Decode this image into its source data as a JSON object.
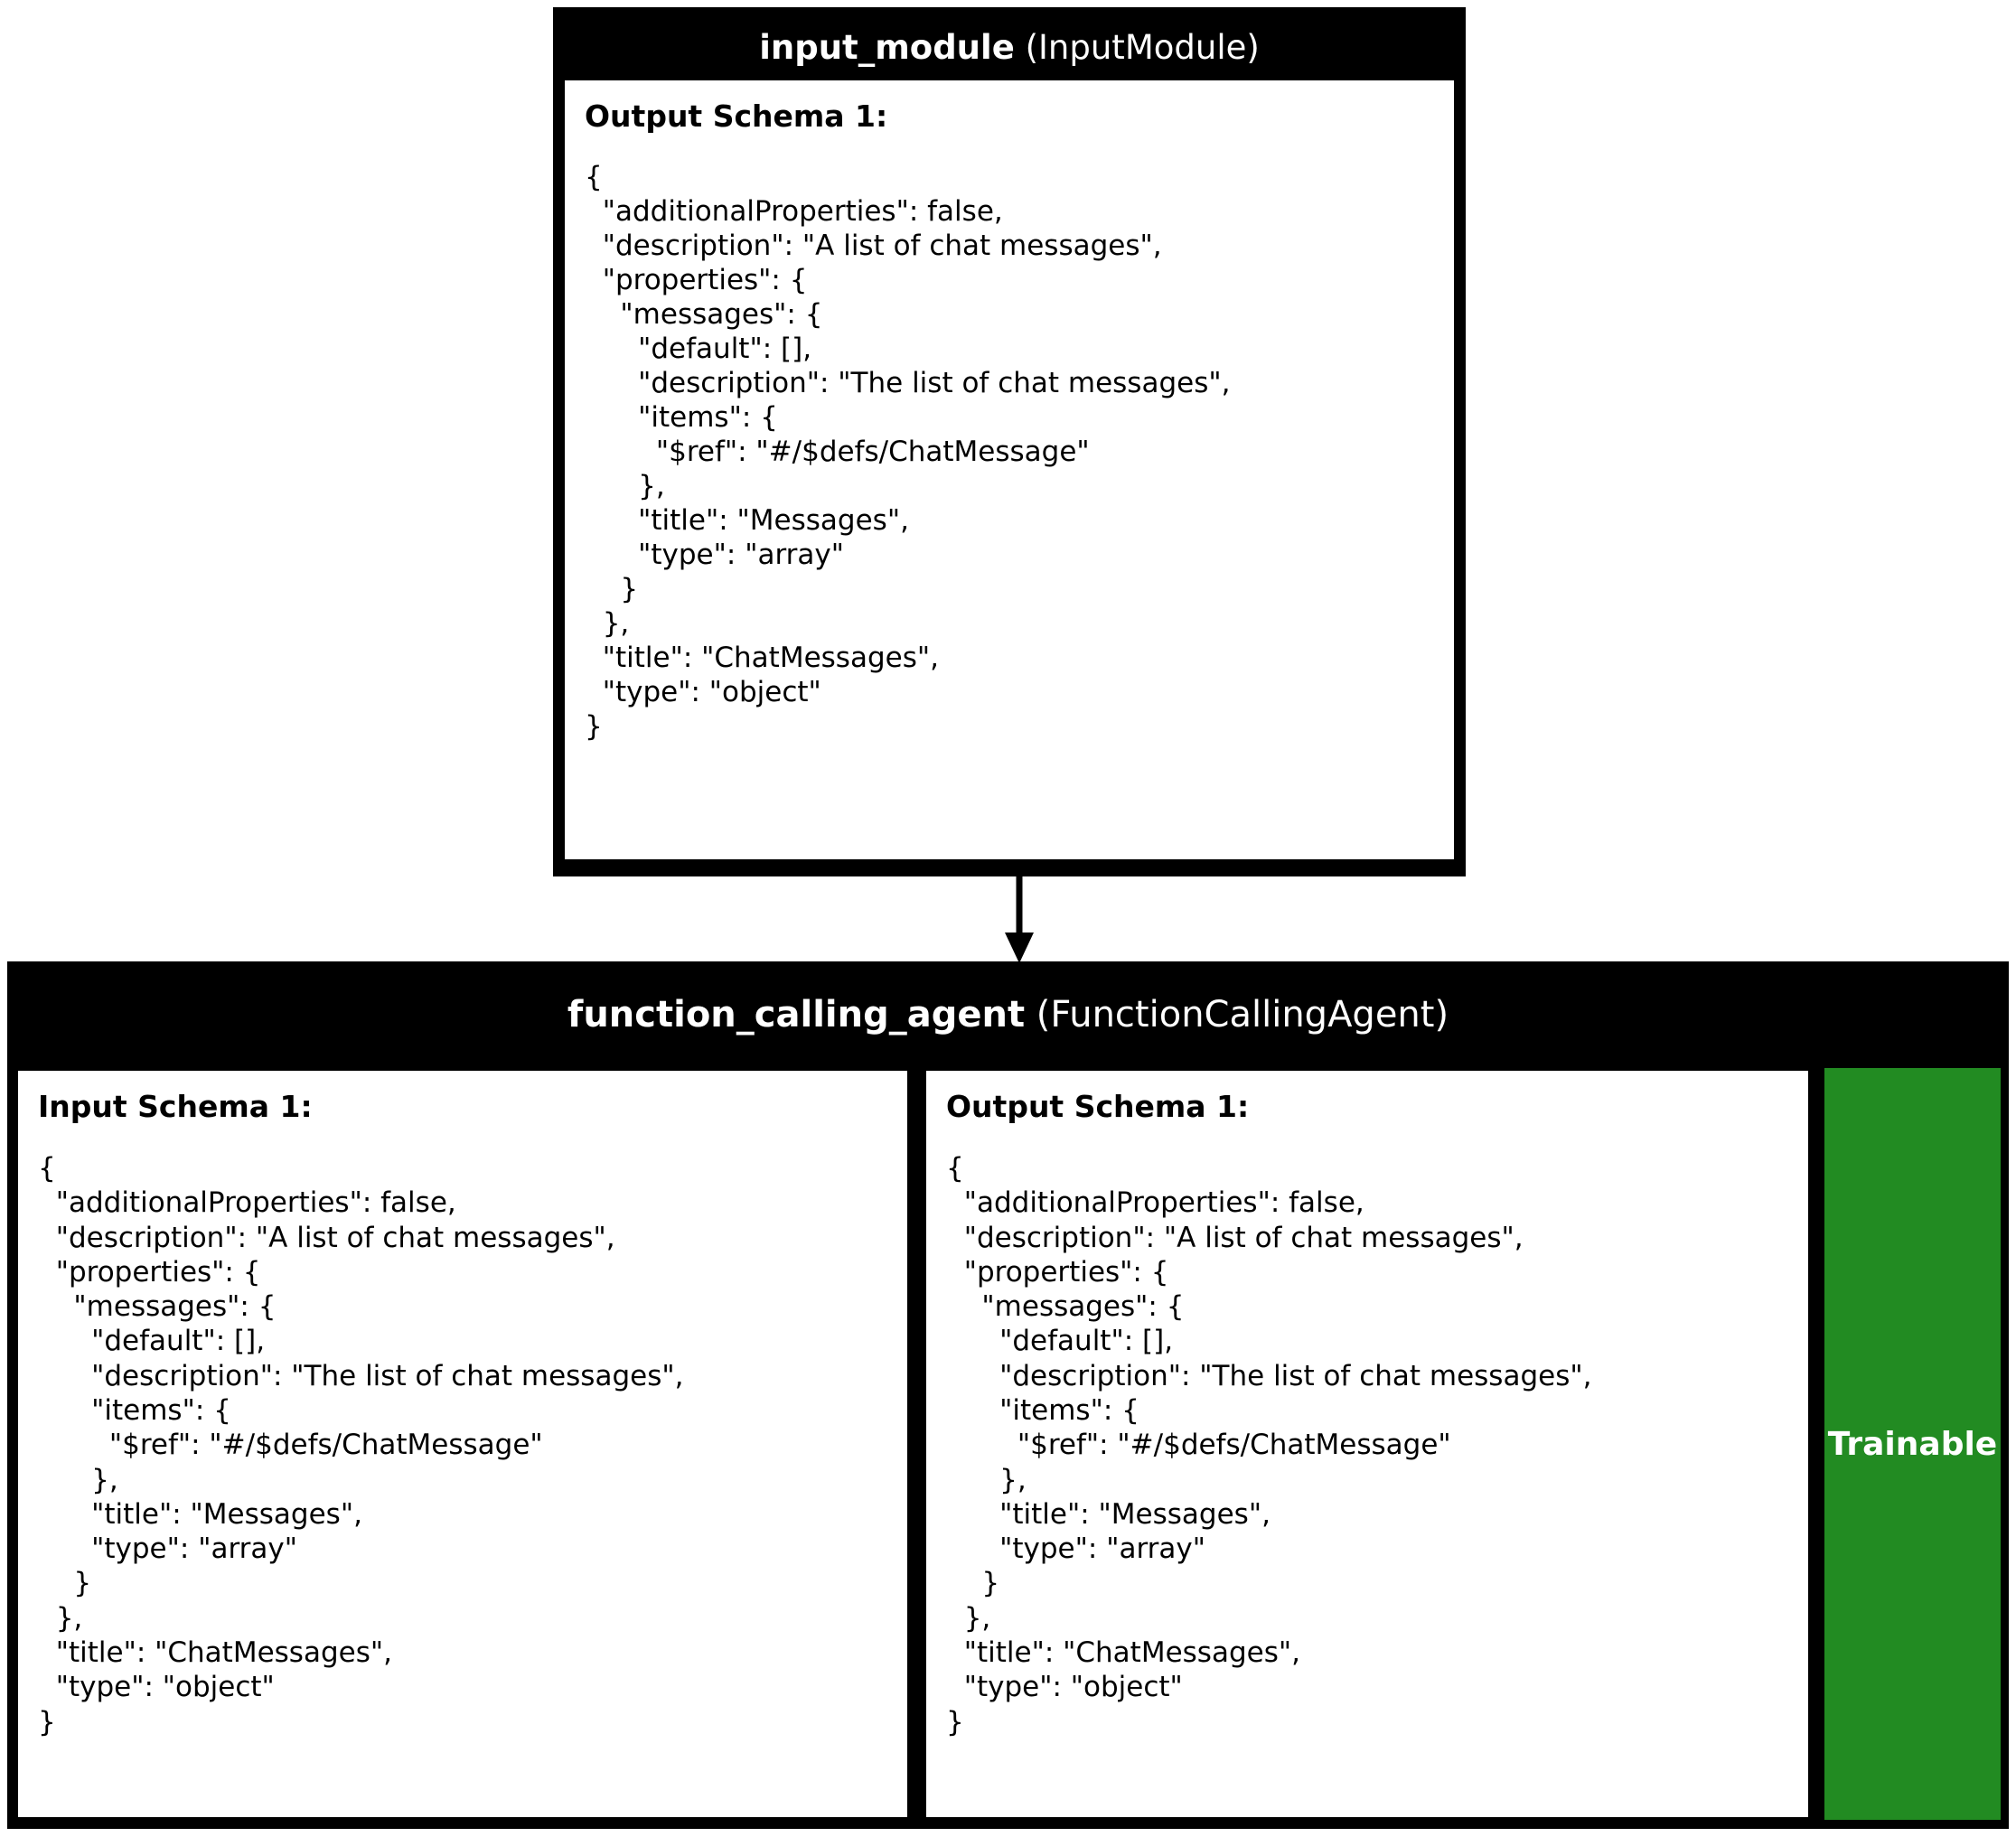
{
  "diagram": {
    "type": "module-flow",
    "arrow": {
      "from": "input_module",
      "to": "function_calling_agent",
      "icon": "down-arrow-icon"
    }
  },
  "modules": [
    {
      "id": "input_module",
      "name": "input_module",
      "class_name": "(InputModule)",
      "trainable": false,
      "panels": [
        {
          "kind": "output",
          "title": "Output Schema 1:",
          "code": "{\n  \"additionalProperties\": false,\n  \"description\": \"A list of chat messages\",\n  \"properties\": {\n    \"messages\": {\n      \"default\": [],\n      \"description\": \"The list of chat messages\",\n      \"items\": {\n        \"$ref\": \"#/$defs/ChatMessage\"\n      },\n      \"title\": \"Messages\",\n      \"type\": \"array\"\n    }\n  },\n  \"title\": \"ChatMessages\",\n  \"type\": \"object\"\n}"
        }
      ]
    },
    {
      "id": "function_calling_agent",
      "name": "function_calling_agent",
      "class_name": "(FunctionCallingAgent)",
      "trainable": true,
      "trainable_label": "Trainable",
      "panels": [
        {
          "kind": "input",
          "title": "Input Schema 1:",
          "code": "{\n  \"additionalProperties\": false,\n  \"description\": \"A list of chat messages\",\n  \"properties\": {\n    \"messages\": {\n      \"default\": [],\n      \"description\": \"The list of chat messages\",\n      \"items\": {\n        \"$ref\": \"#/$defs/ChatMessage\"\n      },\n      \"title\": \"Messages\",\n      \"type\": \"array\"\n    }\n  },\n  \"title\": \"ChatMessages\",\n  \"type\": \"object\"\n}"
        },
        {
          "kind": "output",
          "title": "Output Schema 1:",
          "code": "{\n  \"additionalProperties\": false,\n  \"description\": \"A list of chat messages\",\n  \"properties\": {\n    \"messages\": {\n      \"default\": [],\n      \"description\": \"The list of chat messages\",\n      \"items\": {\n        \"$ref\": \"#/$defs/ChatMessage\"\n      },\n      \"title\": \"Messages\",\n      \"type\": \"array\"\n    }\n  },\n  \"title\": \"ChatMessages\",\n  \"type\": \"object\"\n}"
        }
      ]
    }
  ],
  "colors": {
    "module_border": "#000000",
    "module_header_bg": "#000000",
    "module_header_text": "#ffffff",
    "panel_bg": "#ffffff",
    "panel_text": "#000000",
    "trainable_bg": "#228B22",
    "trainable_text": "#ffffff",
    "page_bg": "#ffffff"
  }
}
